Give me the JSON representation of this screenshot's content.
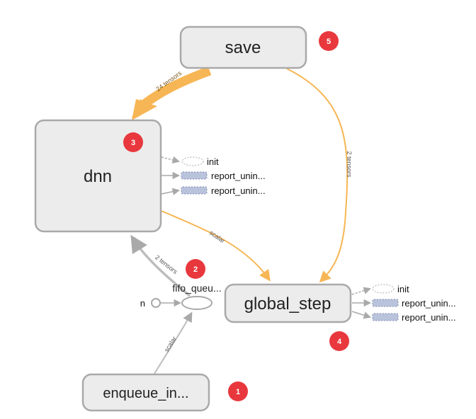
{
  "nodes": {
    "save": "save",
    "dnn": "dnn",
    "global_step": "global_step",
    "enqueue": "enqueue_in...",
    "fifo_queue": "fifo_queu...",
    "n": "n"
  },
  "aux_nodes": {
    "dnn": [
      "init",
      "report_unin...",
      "report_unin..."
    ],
    "global_step": [
      "init",
      "report_unin...",
      "report_unin..."
    ]
  },
  "edge_labels": {
    "save_to_dnn": "24 tensors",
    "save_to_global_step": "2 tensors",
    "dnn_to_global_step": "scalar",
    "fifo_to_dnn": "2 tensors",
    "enqueue_to_fifo": "scalar"
  },
  "badges": {
    "enqueue": "1",
    "fifo_queue": "2",
    "dnn": "3",
    "global_step": "4",
    "save": "5"
  },
  "colors": {
    "node_fill": "#ececec",
    "node_stroke": "#a9a9a9",
    "tensor_edge": "#f7b655",
    "data_edge": "#a9a9a9",
    "badge": "#e8383d",
    "summary_node": "#b9c3dc"
  }
}
